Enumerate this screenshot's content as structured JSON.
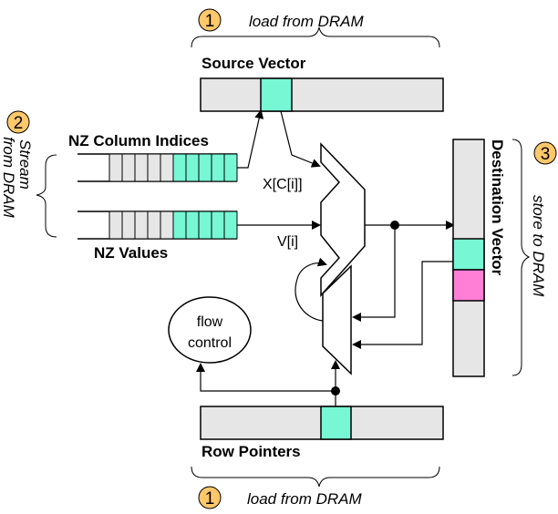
{
  "steps": {
    "one": {
      "num": "1",
      "text": "load from DRAM"
    },
    "two": {
      "num": "2",
      "line1": "Stream",
      "line2": "from DRAM"
    },
    "three": {
      "num": "3",
      "text": "store to DRAM"
    },
    "four": {
      "num": "1",
      "text": "load from DRAM"
    }
  },
  "labels": {
    "source_vector": "Source Vector",
    "nz_column_indices": "NZ Column Indices",
    "nz_values": "NZ Values",
    "destination_vector": "Destination Vector",
    "row_pointers": "Row Pointers",
    "x_ci": "X[C[i]]",
    "v_i": "V[i]",
    "flow_line1": "flow",
    "flow_line2": "control"
  },
  "colors": {
    "array_fill": "#e6e6e6",
    "active_cell": "#77f7d4",
    "dest_pink": "#ff7fd7",
    "badge_fill": "#ffc86b",
    "stroke": "#000000"
  }
}
